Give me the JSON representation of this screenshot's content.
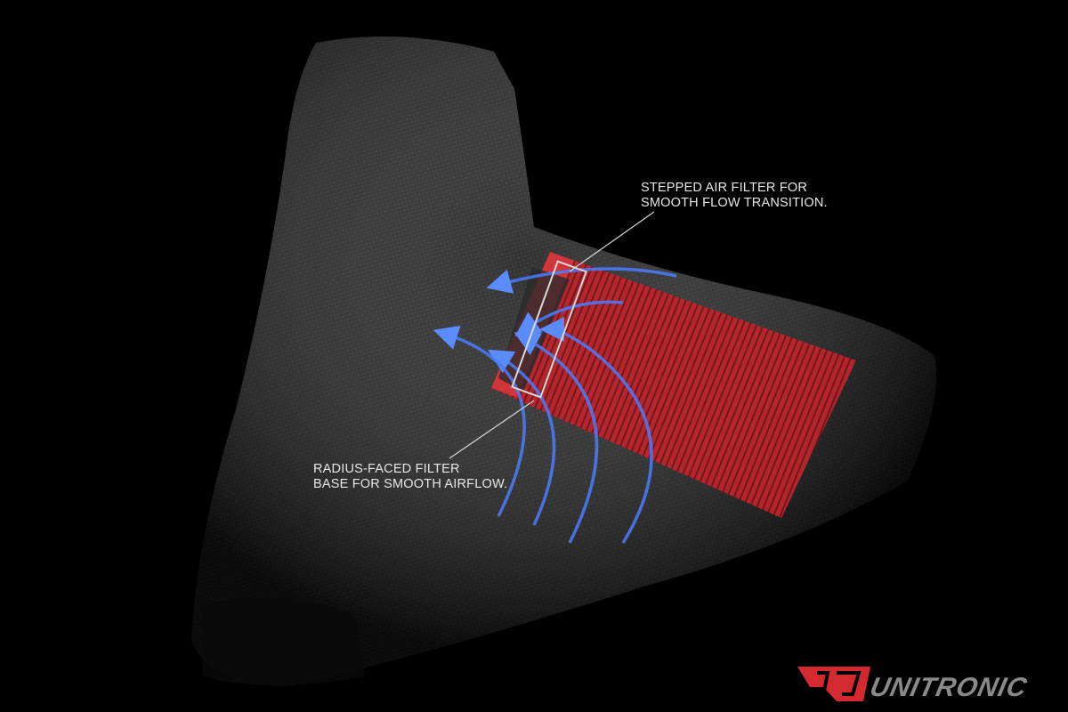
{
  "callouts": {
    "top": {
      "line1": "STEPPED AIR FILTER FOR",
      "line2": "SMOOTH FLOW TRANSITION."
    },
    "bottom": {
      "line1": "RADIUS-FACED FILTER",
      "line2": "BASE FOR SMOOTH AIRFLOW."
    }
  },
  "brand": {
    "name": "UNITRONIC",
    "accent": "#d42a2f",
    "text_color": "#8a8a8c"
  },
  "colors": {
    "filter": "#c0282e",
    "airflow_arrows": "#4a7dff",
    "background": "#000000"
  }
}
